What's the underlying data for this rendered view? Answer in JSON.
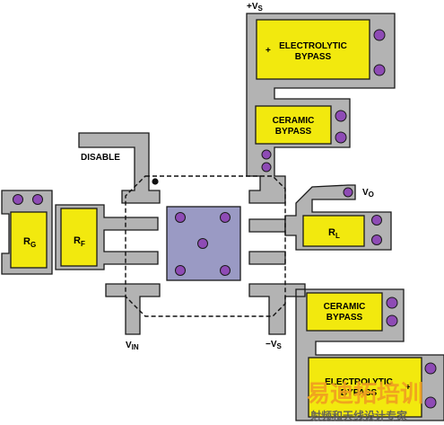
{
  "colors": {
    "trace": "#b3b3b3",
    "trace_stroke": "#1a1a1a",
    "component": "#f2e90e",
    "package": "#9a9ac4",
    "via": "#8e4bb5",
    "watermark": "#f0a020",
    "watermark_sub": "#5a5a5a"
  },
  "labels": {
    "plus_vs": {
      "main": "+V",
      "sub": "S"
    },
    "minus_vs": {
      "main": "−V",
      "sub": "S"
    },
    "disable": "DISABLE",
    "vin": {
      "main": "V",
      "sub": "IN"
    },
    "vo": {
      "main": "V",
      "sub": "O"
    }
  },
  "components": {
    "electrolytic_top": {
      "line1": "ELECTROLYTIC",
      "line2": "BYPASS",
      "polarity": "+"
    },
    "ceramic_top": {
      "line1": "CERAMIC",
      "line2": "BYPASS"
    },
    "ceramic_bottom": {
      "line1": "CERAMIC",
      "line2": "BYPASS"
    },
    "electrolytic_bottom": {
      "line1": "ELECTROLYTIC",
      "line2": "BYPASS",
      "polarity": "+"
    },
    "rg": {
      "main": "R",
      "sub": "G"
    },
    "rf": {
      "main": "R",
      "sub": "F"
    },
    "rl": {
      "main": "R",
      "sub": "L"
    }
  },
  "watermark": {
    "main": "易迪拓培训",
    "sub": "射频和天线设计专家"
  }
}
